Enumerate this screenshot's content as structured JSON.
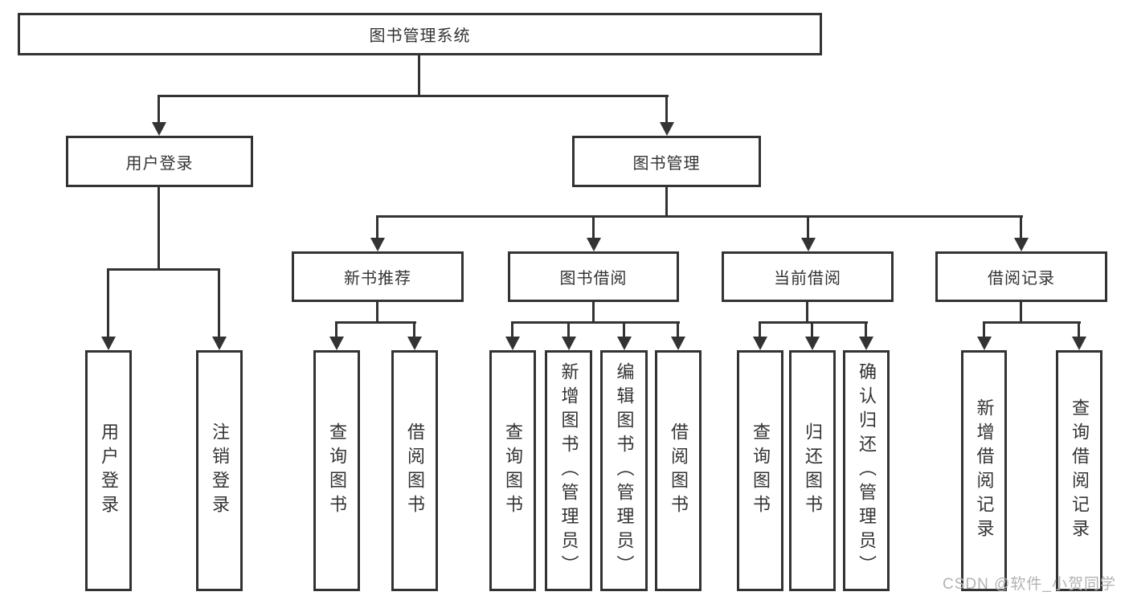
{
  "diagram": {
    "type": "hierarchy-tree",
    "title": "图书管理系统",
    "watermark": "CSDN @软件_小贺同学",
    "colors": {
      "line": "#333333",
      "box_border": "#333333",
      "text": "#333333",
      "watermark": "#b3b3b3",
      "background": "#ffffff"
    },
    "nodes": {
      "root": "图书管理系统",
      "user_login": "用户登录",
      "book_mgmt": "图书管理",
      "new_book_rec": "新书推荐",
      "book_borrow": "图书借阅",
      "current_borrow": "当前借阅",
      "borrow_records": "借阅记录",
      "leaf_user_login": "用户登录",
      "leaf_logout": "注销登录",
      "leaf_rec_query": "查询图书",
      "leaf_rec_borrow": "借阅图书",
      "leaf_bb_query": "查询图书",
      "leaf_bb_add": "新增图书（管理员）",
      "leaf_bb_edit": "编辑图书（管理员）",
      "leaf_bb_borrow": "借阅图书",
      "leaf_cb_query": "查询图书",
      "leaf_cb_return": "归还图书",
      "leaf_cb_confirm": "确认归还（管理员）",
      "leaf_br_add": "新增借阅记录",
      "leaf_br_query": "查询借阅记录"
    },
    "edges": [
      [
        "图书管理系统",
        "用户登录"
      ],
      [
        "图书管理系统",
        "图书管理"
      ],
      [
        "用户登录",
        "用户登录(叶)"
      ],
      [
        "用户登录",
        "注销登录"
      ],
      [
        "图书管理",
        "新书推荐"
      ],
      [
        "图书管理",
        "图书借阅"
      ],
      [
        "图书管理",
        "当前借阅"
      ],
      [
        "图书管理",
        "借阅记录"
      ],
      [
        "新书推荐",
        "查询图书"
      ],
      [
        "新书推荐",
        "借阅图书"
      ],
      [
        "图书借阅",
        "查询图书"
      ],
      [
        "图书借阅",
        "新增图书（管理员）"
      ],
      [
        "图书借阅",
        "编辑图书（管理员）"
      ],
      [
        "图书借阅",
        "借阅图书"
      ],
      [
        "当前借阅",
        "查询图书"
      ],
      [
        "当前借阅",
        "归还图书"
      ],
      [
        "当前借阅",
        "确认归还（管理员）"
      ],
      [
        "借阅记录",
        "新增借阅记录"
      ],
      [
        "借阅记录",
        "查询借阅记录"
      ]
    ]
  }
}
